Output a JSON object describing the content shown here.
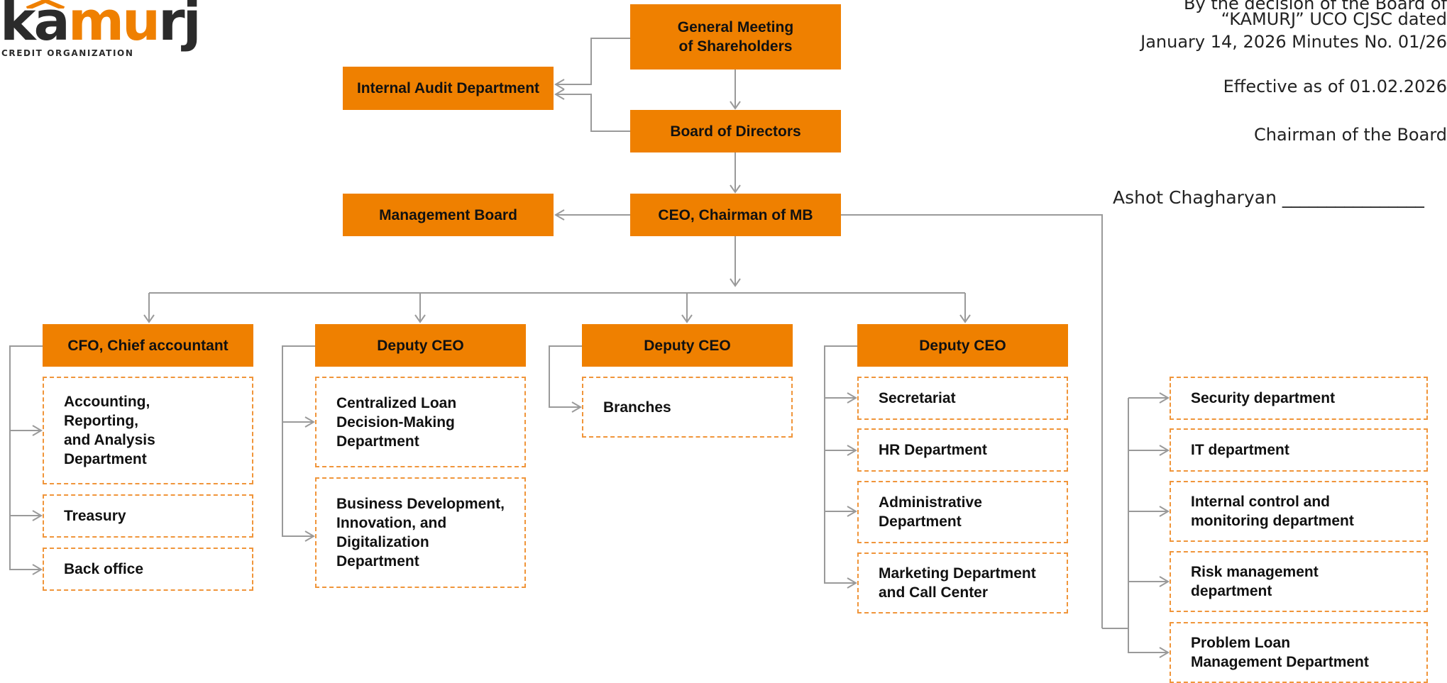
{
  "logo": {
    "word_start": "ka",
    "word_accent": "mu",
    "word_end": "rj",
    "subtitle": "CREDIT ORGANIZATION"
  },
  "approval": {
    "line1": "By the decision of the Board of",
    "line2": "“KAMURJ” UCO CJSC dated",
    "line3": "January 14, 2026 Minutes No. 01/26",
    "effective": "Effective as of 01.02.2026",
    "chairman": "Chairman of the Board",
    "signature": "Ashot Chagharyan ________________"
  },
  "colors": {
    "accent": "#ef8000",
    "dashed_border": "#f0953a",
    "connector": "#9a9a9a"
  },
  "top": {
    "general_meeting": [
      "General Meeting",
      "of Shareholders"
    ],
    "internal_audit": "Internal Audit Department",
    "board_of_directors": "Board of Directors",
    "management_board": "Management Board",
    "ceo": "CEO, Chairman of MB"
  },
  "divisions": {
    "cfo": {
      "head": "CFO, Chief accountant",
      "units": [
        [
          "Accounting,",
          "Reporting,",
          "and Analysis",
          "Department"
        ],
        [
          "Treasury"
        ],
        [
          "Back office"
        ]
      ]
    },
    "deputy1": {
      "head": "Deputy CEO",
      "units": [
        [
          "Centralized Loan",
          "Decision-Making",
          "Department"
        ],
        [
          "Business Development,",
          "Innovation, and",
          "Digitalization",
          "Department"
        ]
      ]
    },
    "deputy2": {
      "head": "Deputy CEO",
      "units": [
        [
          "Branches"
        ]
      ]
    },
    "deputy3": {
      "head": "Deputy CEO",
      "units": [
        [
          "Secretariat"
        ],
        [
          "HR Department"
        ],
        [
          "Administrative",
          "Department"
        ],
        [
          "Marketing Department",
          "and Call Center"
        ]
      ]
    },
    "ceo_direct": {
      "units": [
        [
          "Security department"
        ],
        [
          "IT department"
        ],
        [
          "Internal control and",
          "monitoring department"
        ],
        [
          "Risk management",
          "department"
        ],
        [
          "Problem Loan",
          "Management Department"
        ]
      ]
    }
  }
}
